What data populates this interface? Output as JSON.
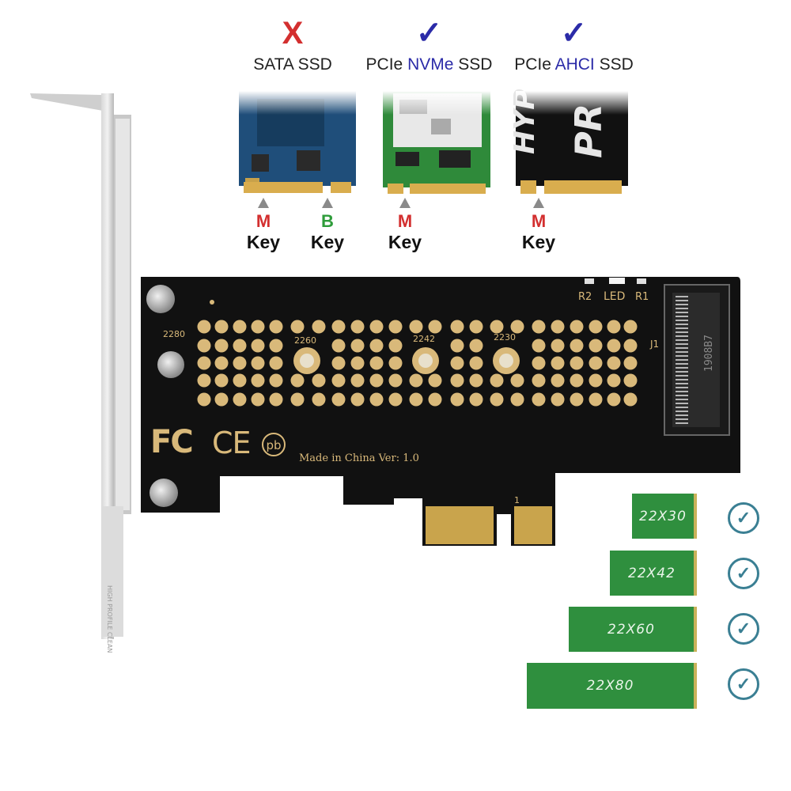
{
  "compatibility": [
    {
      "mark": "X",
      "mark_color": "#d32f2f",
      "label_pre": "SATA SSD",
      "label_hl": "",
      "label_post": ""
    },
    {
      "mark": "✓",
      "mark_color": "#2b2ba8",
      "label_pre": "PCIe ",
      "label_hl": "NVMe",
      "label_post": " SSD"
    },
    {
      "mark": "✓",
      "mark_color": "#2b2ba8",
      "label_pre": "PCIe ",
      "label_hl": "AHCI",
      "label_post": " SSD"
    }
  ],
  "keys": [
    {
      "letter": "M",
      "word": "Key",
      "color": "#d32f2f"
    },
    {
      "letter": "B",
      "word": "Key",
      "color": "#2e9c3a"
    },
    {
      "letter": "M",
      "word": "Key",
      "color": "#d32f2f"
    },
    {
      "letter": "M",
      "word": "Key",
      "color": "#d32f2f"
    }
  ],
  "ssd_print": [
    "HYP",
    "PR"
  ],
  "pcb": {
    "size_labels": [
      "2280",
      "2260",
      "2242",
      "2230"
    ],
    "components": {
      "r2": "R2",
      "led": "LED",
      "r1": "R1",
      "j1": "J1"
    },
    "connector_text": "1908B7",
    "cert_fc": "FC",
    "cert_ce": "CE",
    "cert_pb": "pb",
    "made_in": "Made in China Ver: 1.0",
    "pin_one": "1",
    "bracket_text": "HIGH PROFILE CLEAN"
  },
  "sizes": [
    {
      "label": "22X30",
      "check": "✓"
    },
    {
      "label": "22X42",
      "check": "✓"
    },
    {
      "label": "22X60",
      "check": "✓"
    },
    {
      "label": "22X80",
      "check": "✓"
    }
  ]
}
